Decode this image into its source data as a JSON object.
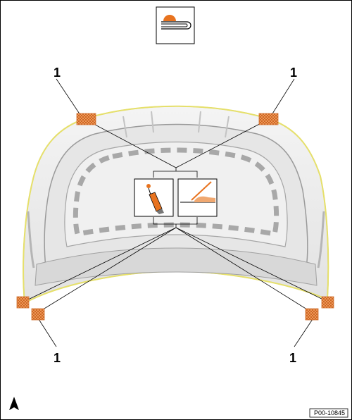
{
  "callouts": {
    "top_left": "1",
    "top_right": "1",
    "bottom_left": "1",
    "bottom_right": "1"
  },
  "reference_code": "P00-10845",
  "icons": {
    "header": "hood-edge-section-icon",
    "tool": "pen-applicator-icon",
    "process": "adhesive-line-icon",
    "orientation": "direction-arrow-icon"
  },
  "colors": {
    "marker": "#f08c3a",
    "marker_hatch": "#c85a16",
    "seam": "#e6e06a",
    "outline": "#000000",
    "hood_fill": "#eeeeee",
    "hood_shadow": "#bdbdbd"
  }
}
